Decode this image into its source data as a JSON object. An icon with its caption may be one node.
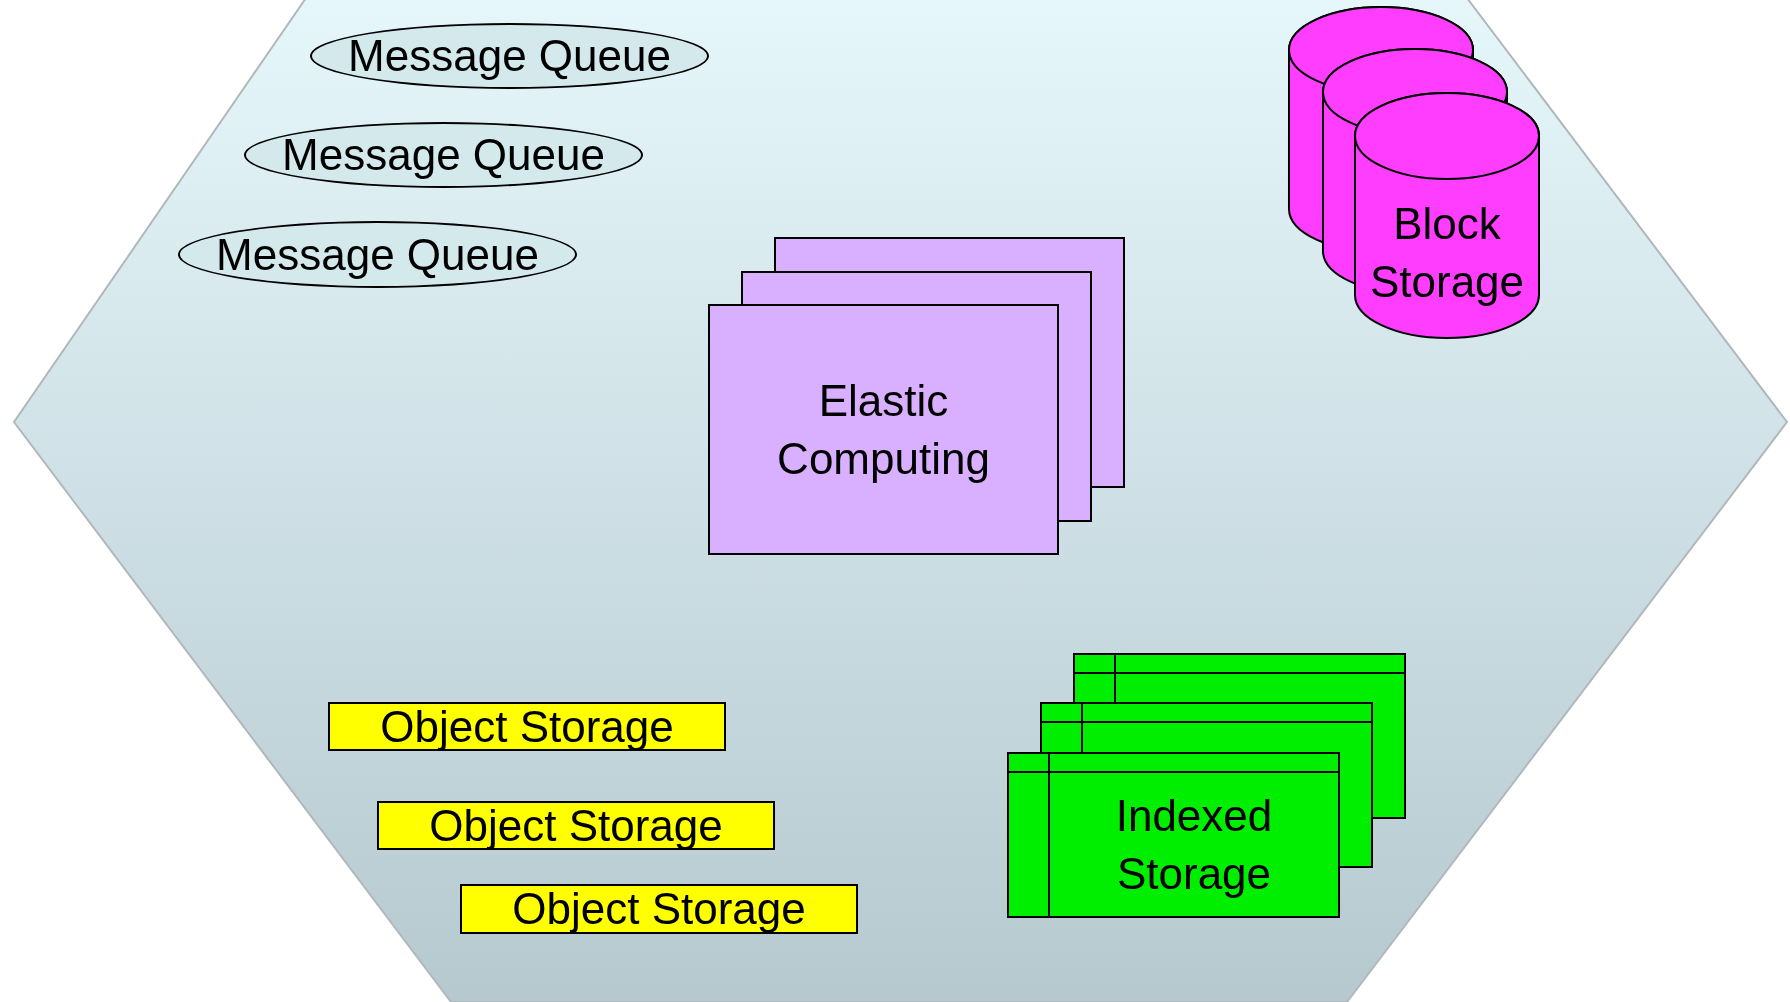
{
  "diagram": {
    "nodes": [
      {
        "text": [],
        "shape": "hexagon"
      },
      {
        "text": [
          "Message Queue"
        ],
        "in": 0
      },
      {
        "text": [
          "Message Queue"
        ],
        "in": 0
      },
      {
        "text": [
          "Message Queue"
        ],
        "in": 0
      },
      {
        "text": [
          "Block Storage"
        ],
        "in": 0
      },
      {
        "text": [
          "Elastic Computing"
        ],
        "in": 0
      },
      {
        "text": [
          "Object Storage"
        ],
        "in": 0
      },
      {
        "text": [
          "Object Storage"
        ],
        "in": 0
      },
      {
        "text": [
          "Object Storage"
        ],
        "in": 0
      },
      {
        "text": [
          "Indexed Storage"
        ],
        "in": 0
      }
    ]
  }
}
